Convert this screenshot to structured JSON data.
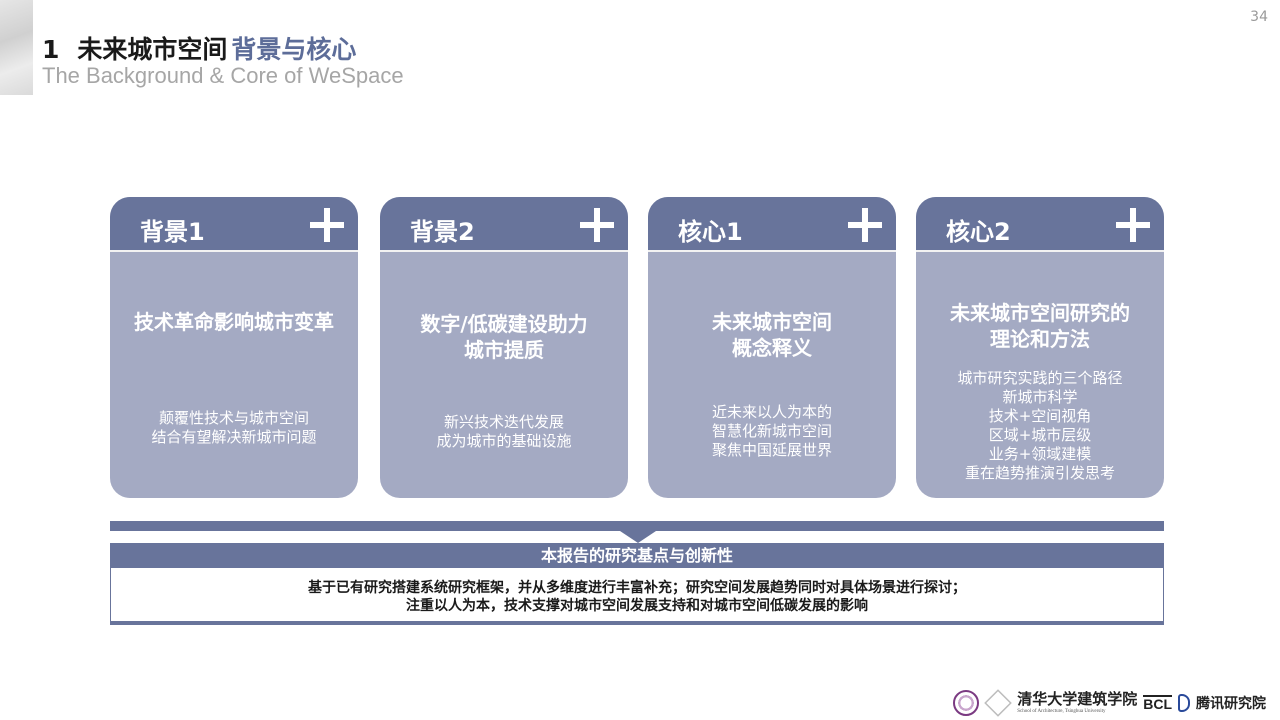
{
  "page_number": "34",
  "header": {
    "section_number": "1",
    "title_main": "未来城市空间",
    "title_highlight": "背景与核心",
    "subtitle": "The Background & Core of WeSpace"
  },
  "cards": [
    {
      "label": "背景1",
      "heading_lines": [
        "技术革命影响城市变革"
      ],
      "body_lines": [
        "颠覆性技术与城市空间",
        "结合有望解决新城市问题"
      ]
    },
    {
      "label": "背景2",
      "heading_lines": [
        "数字/低碳建设助力",
        "城市提质"
      ],
      "body_lines": [
        "新兴技术迭代发展",
        "成为城市的基础设施"
      ]
    },
    {
      "label": "核心1",
      "heading_lines": [
        "未来城市空间",
        "概念释义"
      ],
      "body_lines": [
        "近未来以人为本的",
        "智慧化新城市空间",
        "聚焦中国延展世界"
      ]
    },
    {
      "label": "核心2",
      "heading_lines": [
        "未来城市空间研究的",
        "理论和方法"
      ],
      "body_lines": [
        "城市研究实践的三个路径",
        "新城市科学",
        "技术+空间视角",
        "区域+城市层级",
        "业务+领域建模",
        "重在趋势推演引发思考"
      ]
    }
  ],
  "summary": {
    "title": "本报告的研究基点与创新性",
    "lines": [
      "基于已有研究搭建系统研究框架，并从多维度进行丰富补充；研究空间发展趋势同时对具体场景进行探讨；",
      "注重以人为本，技术支撑对城市空间发展支持和对城市空间低碳发展的影响"
    ]
  },
  "footer": {
    "school_name": "清华大学建筑学院",
    "school_name_en": "School of Architecture, Tsinghua University",
    "lab_logo": "BCL",
    "institute_name": "腾讯研究院"
  },
  "colors": {
    "accent": "#68749b",
    "card_body": "#a4aac3",
    "title_highlight": "#5d6d99",
    "subtitle": "#a6a6a6"
  }
}
